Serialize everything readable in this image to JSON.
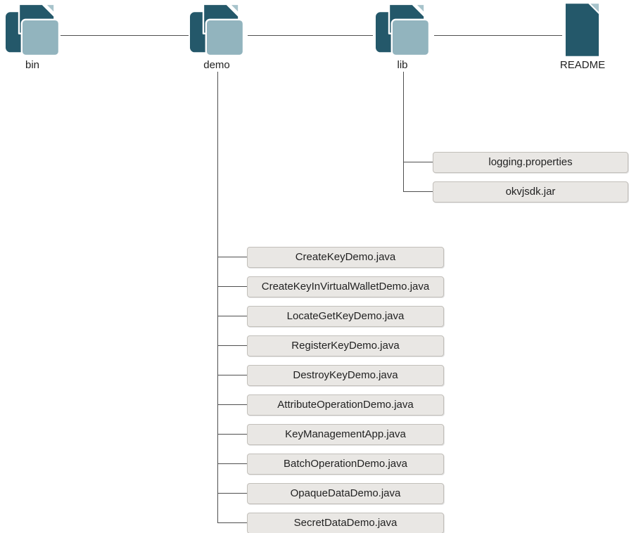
{
  "colors": {
    "folder_dark": "#24586a",
    "folder_light": "#92b4be",
    "fold_light": "#a7c3cb",
    "box_fill": "#e9e7e4",
    "box_border": "#c2bfba",
    "line": "#4f4f4f",
    "text": "#222222"
  },
  "nodes": {
    "bin": {
      "label": "bin"
    },
    "demo": {
      "label": "demo",
      "files": [
        "CreateKeyDemo.java",
        "CreateKeyInVirtualWalletDemo.java",
        "LocateGetKeyDemo.java",
        "RegisterKeyDemo.java",
        "DestroyKeyDemo.java",
        "AttributeOperationDemo.java",
        "KeyManagementApp.java",
        "BatchOperationDemo.java",
        "OpaqueDataDemo.java",
        "SecretDataDemo.java"
      ]
    },
    "lib": {
      "label": "lib",
      "files": [
        "logging.properties",
        "okvjsdk.jar"
      ]
    },
    "readme": {
      "label": "README"
    }
  }
}
